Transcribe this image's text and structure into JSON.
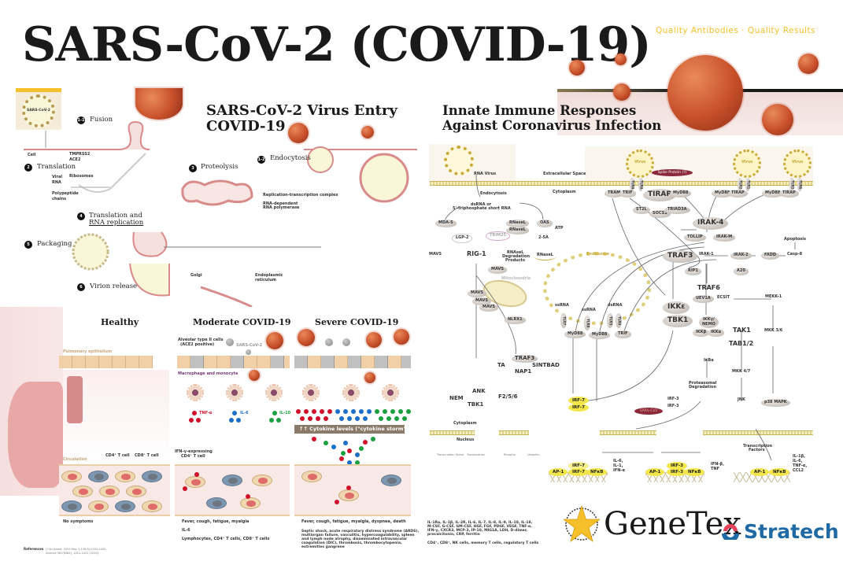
{
  "header": {
    "title": "SARS-CoV-2 (COVID-19)",
    "tagline": "Quality Antibodies · Quality Results"
  },
  "entry": {
    "title_line1": "SARS-CoV-2 Virus Entry",
    "title_line2": "COVID-19",
    "virus_label": "SARS-CoV-2",
    "steps": [
      {
        "num": "1-1",
        "label": "Fusion"
      },
      {
        "num": "1-2",
        "label": "Endocytosis"
      },
      {
        "num": "2",
        "label": "Translation"
      },
      {
        "num": "3",
        "label": "Proteolysis"
      },
      {
        "num": "4",
        "label": "Translation and",
        "label2": "RNA replication"
      },
      {
        "num": "5",
        "label": "Packaging"
      },
      {
        "num": "6",
        "label": "Virion release"
      }
    ],
    "labels": {
      "cell": "Cell",
      "tmprss2": "TMPRSS2",
      "ace2": "ACE2",
      "viral_rna": "Viral",
      "viral_rna2": "RNA",
      "ribosomes": "Ribosomes",
      "polypeptide": "Polypeptide",
      "polypeptide2": "chains",
      "rtc": "Replication-transcription complex",
      "rdrp": "RNA-dependent",
      "rdrp2": "RNA polymerase",
      "golgi": "Golgi",
      "er": "Endoplasmic",
      "er2": "reticulum"
    }
  },
  "disease": {
    "columns": [
      "Healthy",
      "Moderate COVID-19",
      "Severe COVID-19"
    ],
    "pulmonary": "Pulmonary epithelium",
    "alveolar": "Alveolar type II cells",
    "alveolar2": "(ACE2 positive)",
    "sars": "SARS-CoV-2",
    "macrophage": "Macrophage and monocyte",
    "cytokines": [
      "TNF-α",
      "IL-6",
      "IL-10"
    ],
    "storm": "↑↑ Cytokine levels (\"cytokine storm\")",
    "circulation": "Circulation",
    "cd4": "CD4⁺ T cell",
    "cd8": "CD8⁺ T cell",
    "ifn": "IFN-γ-expressing",
    "ifn2": "CD4⁺ T cell",
    "healthy_symptoms": "No symptoms",
    "moderate_symptoms": "Fever, cough, fatigue, myalgia",
    "moderate_marker": "IL-6",
    "moderate_cells": "Lymphocytes, CD4⁺ T cells, CD8⁺ T cells",
    "severe_symptoms": "Fever, cough, fatigue, myalgia, dyspnea, death",
    "severe_complications": [
      "Septic shock, acute respiratory distress syndrome (ARDS),",
      "multiorgan failure, vasculitis, hypercoagulability, spleen",
      "and lymph node atrophy, disseminated intravascular",
      "coagulation (DIC), thrombosis, thrombocytopenia,",
      "extremities gangrene"
    ],
    "severe_markers": [
      "IL-1Rα, IL-1β, IL-2R, IL-6, IL-7, IL-8, IL-9, IL-10, IL-18,",
      "M-CSF, G-CSF, GM-CSF, HGF, FGF, PDGF, VEGF, TNF-α,",
      "IFN-γ, CXCR3, MCP-3, IP-10, MIG1A, LDH, D-dimer,",
      "procalcitonin, CRP, ferritin"
    ],
    "severe_cells": "CD4⁺, CD8⁺, NK cells, memory T cells, regulatory T cells",
    "references_label": "References",
    "references": [
      "J Clin Invest. 2020 May 1;130(5):2202-2205.",
      "Science 367(6485), 1412-1413 (2020)."
    ]
  },
  "immune": {
    "title_line1": "Innate Immune Responses",
    "title_line2": "Against Coronavirus Infection",
    "regions": {
      "rna_virus": "RNA Virus",
      "extracellular": "Extracellular Space",
      "cytoplasm": "Cytoplasm",
      "endocytosis": "Endocytosis",
      "dsrna": "dsRNA or",
      "dsrna2": "5'-triphosphate short RNA",
      "endosome": "Endosome",
      "mitochondria": "Mitochondria",
      "cytoplasm2": "Cytoplasm",
      "nucleus": "Nucleus",
      "virus": "Virus",
      "spike": "Spike Protein (?)",
      "sars_cov": "SARS-CoV",
      "transcription": "Transcription",
      "transcription2": "Factors",
      "apoptosis": "Apoptosis",
      "proteasomal": "Proteasomal",
      "proteasomal2": "Degradation",
      "rnasel_deg": "RNAseL",
      "rnasel_deg2": "Degradation",
      "rnasel_deg3": "Products"
    },
    "nodes": {
      "mda5": "MDA-5",
      "lgp2": "LGP-2",
      "trim25": "TRIM25",
      "rnasel1": "RNaseL",
      "rnasel2": "RNaseL",
      "oas": "OAS",
      "atp": "ATP",
      "a25": "2-5A",
      "rnasel3": "RNaseL",
      "rig1": "RIG-1",
      "mavs0": "MAVS",
      "mavs1": "MAVS",
      "mavs2": "MAVS",
      "mavs3": "MAVS",
      "mavs4": "MAVS",
      "nlrx1": "NLRX1",
      "traf3a": "TRAF3",
      "ta": "TA",
      "sintbad": "SINTBAD",
      "nap1": "NAP1",
      "nem": "NEM",
      "ank": "ANK",
      "tbk1a": "TBK1",
      "f256": "F2/5/6",
      "tlr4a": "TLR4",
      "tlr4b": "TLR4",
      "tlr2a": "TLR2",
      "tlr1": "TLR1",
      "tlr2b": "TLR2",
      "tlr6": "TLR6",
      "tram": "TRAM",
      "trif": "TRIF",
      "tirap": "TIRAP",
      "myd88a": "MyD88",
      "myd88b": "MyD88",
      "tirap2": "TIRAP",
      "myd88c": "MyD88",
      "tirap3": "TIRAP",
      "st2l": "ST2L",
      "socs1": "SOCS1",
      "triad3a": "TRIAD3A",
      "irak4": "IRAK-4",
      "tollip": "TOLLIP",
      "irakm": "IRAK-M",
      "irak1": "IRAK-1",
      "irak2": "IRAK-2",
      "fadd": "FADD",
      "casp8": "Casp-8",
      "traf3b": "TRAF3",
      "rip1": "RIP1",
      "a20": "A20",
      "traf6": "TRAF6",
      "uev1a": "UEV1A",
      "ecsit": "ECSIT",
      "mekk1": "MEKK-1",
      "ssrna1": "ssRNA",
      "ssrna2": "ssRNA",
      "dsrna_e": "dsRNA",
      "tlr7": "TLR7",
      "tlr8": "TLR8",
      "tlr3": "TLR3",
      "tlr9": "TLR9",
      "myd88d": "MyD88",
      "myd88e": "MyD88",
      "trif2": "TRIF",
      "ikke": "IKKε",
      "tbk1b": "TBK1",
      "nemo": "IKKγ/",
      "nemo2": "NEMO",
      "ikkb": "IKKβ",
      "ikka": "IKKα",
      "tak1": "TAK1",
      "mkk36": "MKK 3/6",
      "tab12": "TAB1/2",
      "ikba": "IκBα",
      "mkk47": "MKK 4/7",
      "jnk": "JNK",
      "p38": "p38 MAPK",
      "irf7a": "IRF-7",
      "irf7b": "IRF-7",
      "irf3a": "IRF-3",
      "irf3b": "IRF-3"
    },
    "legend": [
      "Transcription Factor",
      "Translocation",
      "Phospho",
      "Ubiquitin"
    ],
    "promoters": [
      {
        "factors": [
          "AP-1",
          "IRF-7",
          "IRF-7",
          "NFκB"
        ],
        "outputs": [
          "IL-6,",
          "IL-1,",
          "IFN-α"
        ]
      },
      {
        "factors": [
          "AP-1",
          "IRF-3",
          "IRF-3",
          "NFκB"
        ],
        "outputs": [
          "IFN-β,",
          "TNF"
        ]
      },
      {
        "factors": [
          "AP-1",
          "NFκB"
        ],
        "outputs": [
          "IL-1β,",
          "IL-6,",
          "TNF-α,",
          "CCL2"
        ]
      }
    ]
  },
  "logos": {
    "genetex": "GeneTex",
    "stratech": "Stratech"
  },
  "colors": {
    "title": "#1a1a1a",
    "tagline": "#f5c02a",
    "virus": "#c8502a",
    "stratech": "#1f6aa5",
    "stratech_accent": "#e8415a"
  }
}
